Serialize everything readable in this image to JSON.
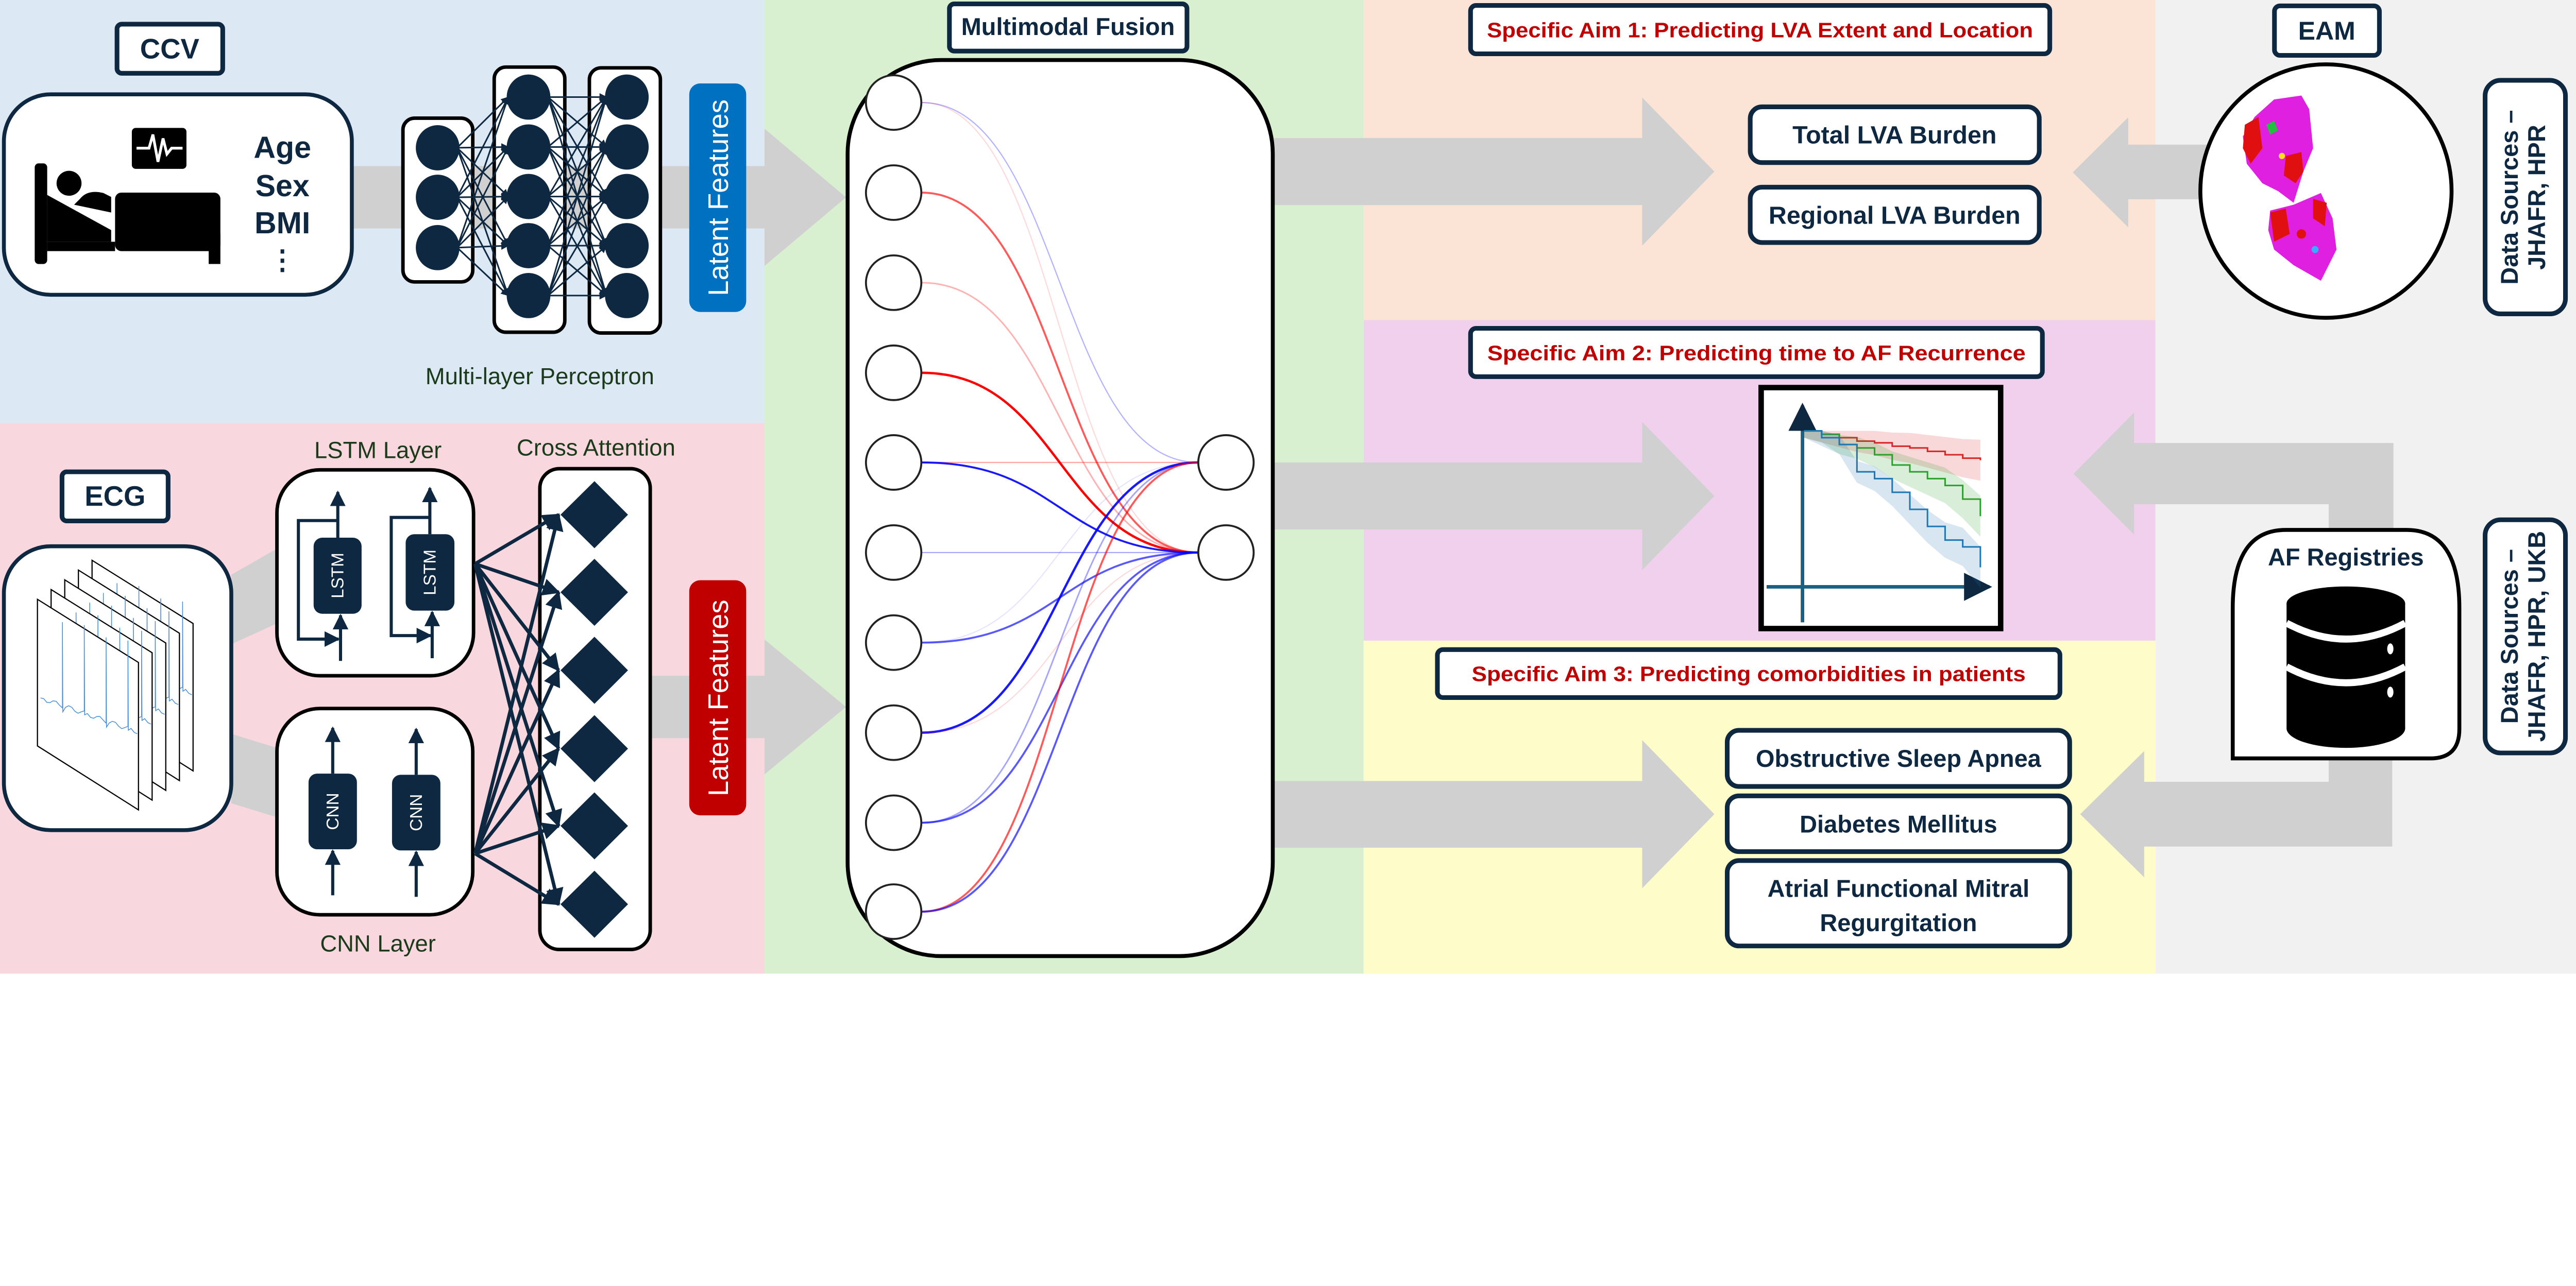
{
  "colors": {
    "ccv_bg": "#dce9f5",
    "ecg_bg": "#f8d7df",
    "fusion_bg": "#d8f0d0",
    "aim1_bg": "#fbe3d5",
    "aim2_bg": "#f0d0ec",
    "aim3_bg": "#fefcc8",
    "sources_bg": "#f1f1f1",
    "latent_ccv": "#0070c0",
    "latent_ecg": "#c00000",
    "aim_title": "#c00000",
    "navy": "#0e2841"
  },
  "ccv": {
    "label": "CCV",
    "features": [
      "Age",
      "Sex",
      "BMI",
      "⋮"
    ],
    "icons": [
      "patient-bed-icon",
      "heart-monitor-icon"
    ],
    "mlp_label": "Multi-layer Perceptron",
    "latent_label": "Latent Features"
  },
  "ecg": {
    "label": "ECG",
    "lstm_layer_label": "LSTM Layer",
    "cnn_layer_label": "CNN Layer",
    "cross_attention_label": "Cross Attention",
    "lstm_block": "LSTM",
    "cnn_block": "CNN",
    "latent_label": "Latent Features"
  },
  "fusion": {
    "label": "Multimodal Fusion",
    "connections": [
      {
        "from": 0,
        "to": 0,
        "color": "#0000ff",
        "opacity": 0.3,
        "weight": 3
      },
      {
        "from": 0,
        "to": 1,
        "color": "#ff0000",
        "opacity": 0.15,
        "weight": 3
      },
      {
        "from": 1,
        "to": 1,
        "color": "#ff0000",
        "opacity": 0.65,
        "weight": 5
      },
      {
        "from": 2,
        "to": 1,
        "color": "#ff0000",
        "opacity": 0.3,
        "weight": 4
      },
      {
        "from": 3,
        "to": 1,
        "color": "#ff0000",
        "opacity": 1,
        "weight": 6
      },
      {
        "from": 4,
        "to": 0,
        "color": "#ff0000",
        "opacity": 0.35,
        "weight": 3
      },
      {
        "from": 4,
        "to": 1,
        "color": "#0000ff",
        "opacity": 0.9,
        "weight": 5
      },
      {
        "from": 5,
        "to": 1,
        "color": "#0000ff",
        "opacity": 0.35,
        "weight": 3
      },
      {
        "from": 6,
        "to": 1,
        "color": "#0000ff",
        "opacity": 0.65,
        "weight": 5
      },
      {
        "from": 6,
        "to": 0,
        "color": "#0000ff",
        "opacity": 0.1,
        "weight": 3
      },
      {
        "from": 7,
        "to": 0,
        "color": "#0000ff",
        "opacity": 0.9,
        "weight": 6
      },
      {
        "from": 7,
        "to": 1,
        "color": "#ff0000",
        "opacity": 0.15,
        "weight": 3
      },
      {
        "from": 8,
        "to": 0,
        "color": "#0000ff",
        "opacity": 0.35,
        "weight": 4
      },
      {
        "from": 8,
        "to": 1,
        "color": "#0000ff",
        "opacity": 0.65,
        "weight": 5
      },
      {
        "from": 9,
        "to": 0,
        "color": "#ff0000",
        "opacity": 0.65,
        "weight": 5
      },
      {
        "from": 9,
        "to": 1,
        "color": "#0000ff",
        "opacity": 0.65,
        "weight": 5
      }
    ]
  },
  "aims": [
    {
      "title": "Specific Aim 1: Predicting LVA Extent and Location",
      "outcomes": [
        "Total LVA Burden",
        "Regional LVA Burden"
      ]
    },
    {
      "title": "Specific Aim 2: Predicting time to AF Recurrence",
      "km_curves": [
        {
          "color": "#d62728",
          "t": [
            0,
            1,
            2,
            3,
            4,
            5,
            6,
            7,
            8,
            9,
            10
          ],
          "survival": [
            1,
            0.99,
            0.98,
            0.97,
            0.965,
            0.955,
            0.95,
            0.94,
            0.93,
            0.92,
            0.914
          ]
        },
        {
          "color": "#2ca02c",
          "t": [
            0,
            1,
            2,
            3,
            4,
            5,
            6,
            7,
            8,
            9,
            10
          ],
          "survival": [
            1,
            0.99,
            0.96,
            0.95,
            0.93,
            0.9,
            0.88,
            0.86,
            0.84,
            0.8,
            0.75
          ]
        },
        {
          "color": "#1f77b4",
          "t": [
            0,
            1,
            2,
            3,
            4,
            5,
            6,
            7,
            8,
            9,
            10
          ],
          "survival": [
            1,
            0.98,
            0.96,
            0.88,
            0.86,
            0.82,
            0.77,
            0.72,
            0.68,
            0.66,
            0.6
          ]
        }
      ]
    },
    {
      "title": "Specific Aim 3: Predicting comorbidities in patients",
      "outcomes": [
        "Obstructive Sleep Apnea",
        "Diabetes Mellitus",
        "Atrial Functional Mitral",
        "Regurgitation"
      ]
    }
  ],
  "sources": {
    "eam_label": "EAM",
    "eam_sources": [
      "Data Sources –",
      "JHAFR, HPR"
    ],
    "registries_label": "AF Registries",
    "registries_sources": [
      "Data Sources –",
      "JHAFR, HPR, UKB"
    ],
    "icons": [
      "database-icon",
      "eam-map-image"
    ]
  }
}
